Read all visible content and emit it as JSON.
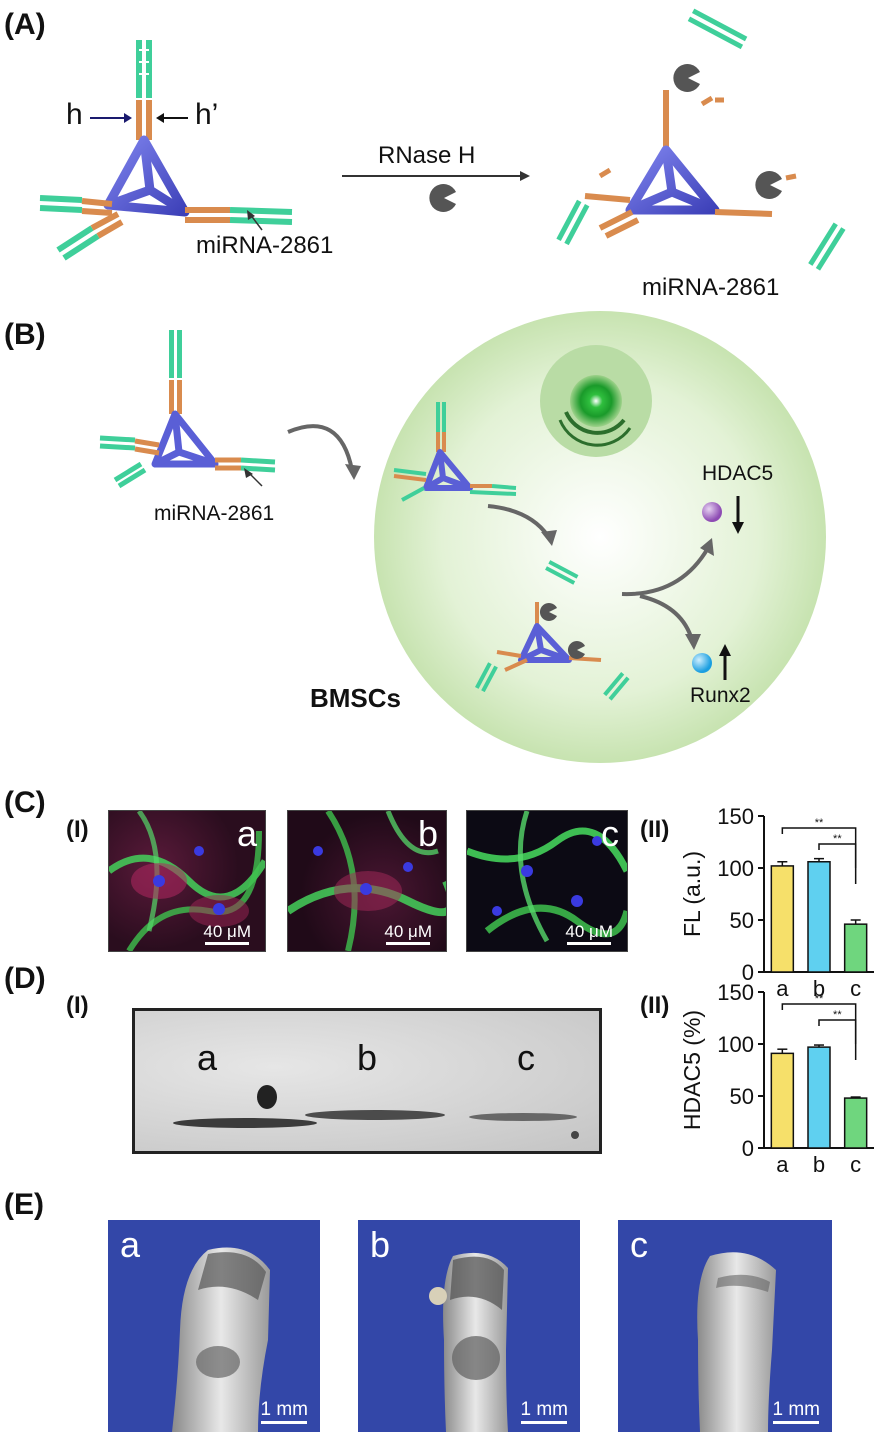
{
  "panels": {
    "A": {
      "label": "(A)",
      "h_label": "h",
      "h_prime_label": "h’",
      "enzyme_label": "RNase H",
      "mirna_label_left": "miRNA-2861",
      "mirna_label_right": "miRNA-2861"
    },
    "B": {
      "label": "(B)",
      "mirna_label": "miRNA-2861",
      "cell_label": "BMSCs",
      "hdac5_label": "HDAC5",
      "runx2_label": "Runx2"
    },
    "C": {
      "label": "(C)",
      "sub1": "(I)",
      "sub2": "(II)",
      "images": [
        {
          "tag": "a",
          "scale": "40 μM"
        },
        {
          "tag": "b",
          "scale": "40 μM"
        },
        {
          "tag": "c",
          "scale": "40 μM"
        }
      ]
    },
    "D": {
      "label": "(D)",
      "sub1": "(I)",
      "sub2": "(II)",
      "lanes": [
        "a",
        "b",
        "c"
      ]
    },
    "E": {
      "label": "(E)",
      "images": [
        {
          "tag": "a",
          "scale": "1 mm"
        },
        {
          "tag": "b",
          "scale": "1 mm"
        },
        {
          "tag": "c",
          "scale": "1 mm"
        }
      ]
    }
  },
  "colors": {
    "tetrahedron": "#5a5fd6",
    "orange": "#d98b4e",
    "green": "#3fcf9a",
    "cell": "#d4ecc3",
    "bar_a": "#f6e06a",
    "bar_b": "#5fd0f0",
    "bar_c": "#6fd67e"
  },
  "chart_data": [
    {
      "type": "bar",
      "ylabel": "FL (a.u.)",
      "categories": [
        "a",
        "b",
        "c"
      ],
      "values": [
        102,
        106,
        46
      ],
      "errors": [
        4,
        3,
        4
      ],
      "ylim": [
        0,
        150
      ],
      "yticks": [
        0,
        50,
        100,
        150
      ],
      "significance": [
        {
          "from": "a",
          "to": "c",
          "mark": "**"
        },
        {
          "from": "b",
          "to": "c",
          "mark": "**"
        }
      ]
    },
    {
      "type": "bar",
      "ylabel": "HDAC5 (%)",
      "categories": [
        "a",
        "b",
        "c"
      ],
      "values": [
        91,
        97,
        48
      ],
      "errors": [
        4,
        2,
        1
      ],
      "ylim": [
        0,
        150
      ],
      "yticks": [
        0,
        50,
        100,
        150
      ],
      "significance": [
        {
          "from": "a",
          "to": "c",
          "mark": "**"
        },
        {
          "from": "b",
          "to": "c",
          "mark": "**"
        }
      ]
    }
  ]
}
